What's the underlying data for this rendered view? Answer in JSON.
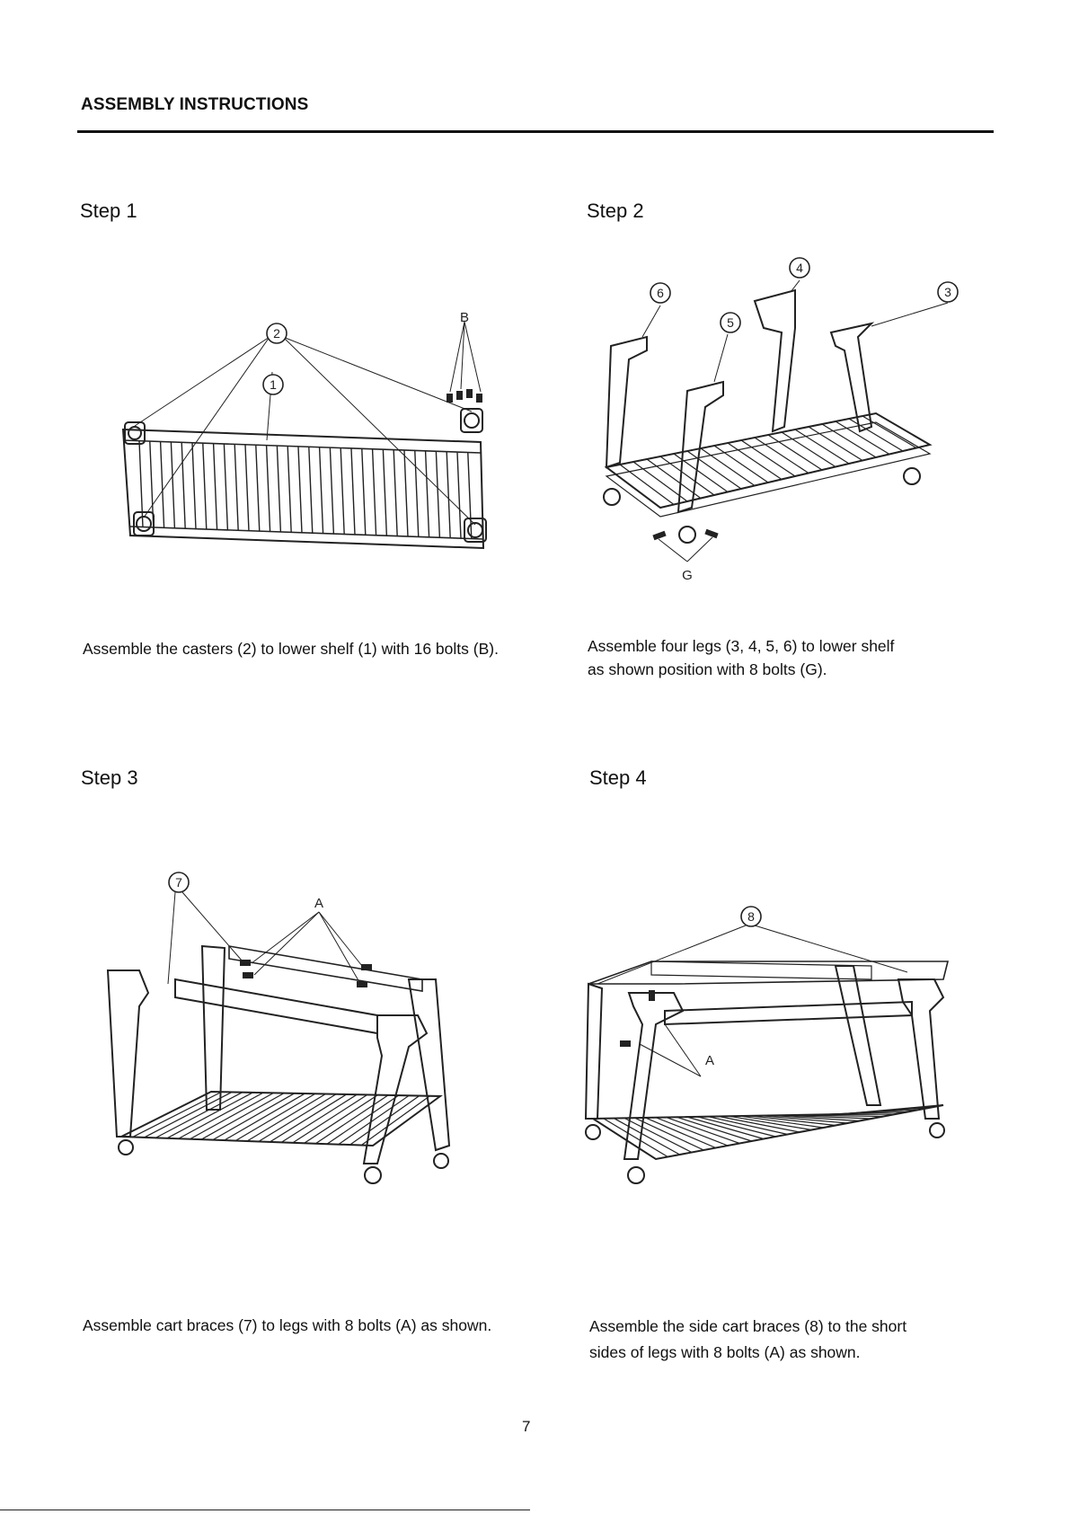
{
  "header": {
    "title": "ASSEMBLY INSTRUCTIONS"
  },
  "steps": [
    {
      "label": "Step 1",
      "caption_lines": [
        "Assemble the casters (2) to lower shelf (1) with 16 bolts (B)."
      ],
      "callouts": [
        "2",
        "1"
      ],
      "letters": [
        "B"
      ]
    },
    {
      "label": "Step 2",
      "caption_lines": [
        "Assemble four legs (3, 4, 5, 6) to lower shelf",
        "as shown position with 8 bolts (G)."
      ],
      "callouts": [
        "6",
        "5",
        "4",
        "3"
      ],
      "letters": [
        "G"
      ]
    },
    {
      "label": "Step 3",
      "caption_lines": [
        "Assemble cart braces (7) to legs with 8 bolts (A) as shown."
      ],
      "callouts": [
        "7"
      ],
      "letters": [
        "A"
      ]
    },
    {
      "label": "Step 4",
      "caption_lines": [
        "Assemble the side cart braces (8) to the short",
        "sides of legs with 8 bolts (A) as shown."
      ],
      "callouts": [
        "8"
      ],
      "letters": [
        "A"
      ]
    }
  ],
  "page_number": "7"
}
